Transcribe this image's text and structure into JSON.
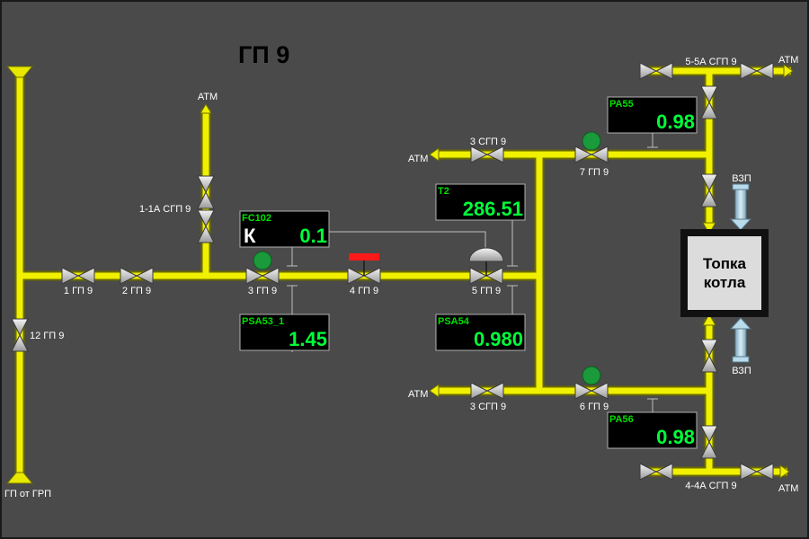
{
  "title": "ГП 9",
  "colors": {
    "background": "#4a4a4a",
    "pipe": "#f0f000",
    "value_text": "#00ff3a",
    "tag_text": "#00e000",
    "indicator_green": "#1a9a3a",
    "indicator_red": "#ff1a1a",
    "air_pipe": "#a8c8d8"
  },
  "labels": {
    "gp_from_grp": "ГП от ГРП",
    "valve_12": "12 ГП 9",
    "valve_1": "1 ГП 9",
    "valve_2": "2 ГП 9",
    "valve_3": "3 ГП 9",
    "valve_4": "4 ГП 9",
    "valve_5": "5 ГП 9",
    "valve_6": "6 ГП 9",
    "valve_7": "7 ГП 9",
    "valve_1_1a": "1-1А СГП 9",
    "valve_3sgp_top": "3 СГП 9",
    "valve_3sgp_bottom": "3 СГП 9",
    "valve_5_5a": "5-5А СГП 9",
    "valve_4_4a": "4-4А СГП 9",
    "atm_1": "АТМ",
    "atm_2": "АТМ",
    "atm_3": "АТМ",
    "atm_4": "АТМ",
    "atm_5": "АТМ",
    "vzp_top": "ВЗП",
    "vzp_bottom": "ВЗП",
    "furnace_line1": "Топка",
    "furnace_line2": "котла"
  },
  "instruments": {
    "fc102": {
      "tag": "FC102",
      "mode": "К",
      "value": "0.1"
    },
    "psa53_1": {
      "tag": "PSA53_1",
      "value": "1.45"
    },
    "t2": {
      "tag": "T2",
      "value": "286.51"
    },
    "psa54": {
      "tag": "PSA54",
      "value": "0.980"
    },
    "pa55": {
      "tag": "PA55",
      "value": "0.98"
    },
    "pa56": {
      "tag": "PA56",
      "value": "0.98"
    }
  }
}
